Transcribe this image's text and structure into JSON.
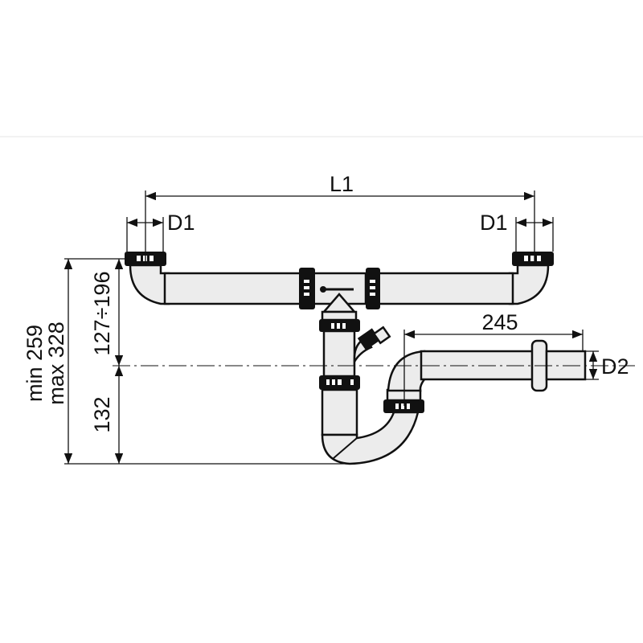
{
  "diagram": {
    "labels": {
      "overall_length": "L1",
      "inlet_diameter_left": "D1",
      "inlet_diameter_right": "D1",
      "outlet_length": "245",
      "outlet_diameter": "D2",
      "height_adjust": "127÷196",
      "trap_height": "132",
      "total_min": "min 259",
      "total_max": "max 328"
    },
    "colors": {
      "pipe": "#ececec",
      "line": "#111111"
    }
  }
}
